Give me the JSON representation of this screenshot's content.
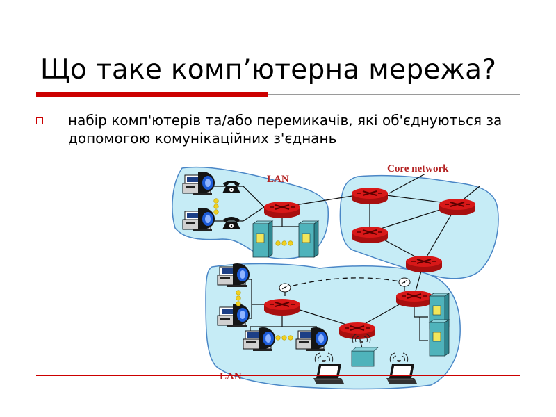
{
  "slide": {
    "title": "Що таке комп’ютерна мережа?",
    "bullet": "набір комп'ютерів та/або перемикачів, які об'єднуються за допомогою комунікаційних з'єднань"
  },
  "diagram": {
    "labels": {
      "lan_top": "LAN",
      "core": "Core network",
      "lan_bottom": "LAN"
    }
  },
  "colors": {
    "accent": "#cc0000",
    "cloud_fill": "#c6ecf6",
    "cloud_stroke": "#4a86c6",
    "router": "#d81818",
    "label": "#b32222",
    "server": "#4fb3bb",
    "server_panel": "#f2e65a",
    "dots": "#f0d020"
  }
}
